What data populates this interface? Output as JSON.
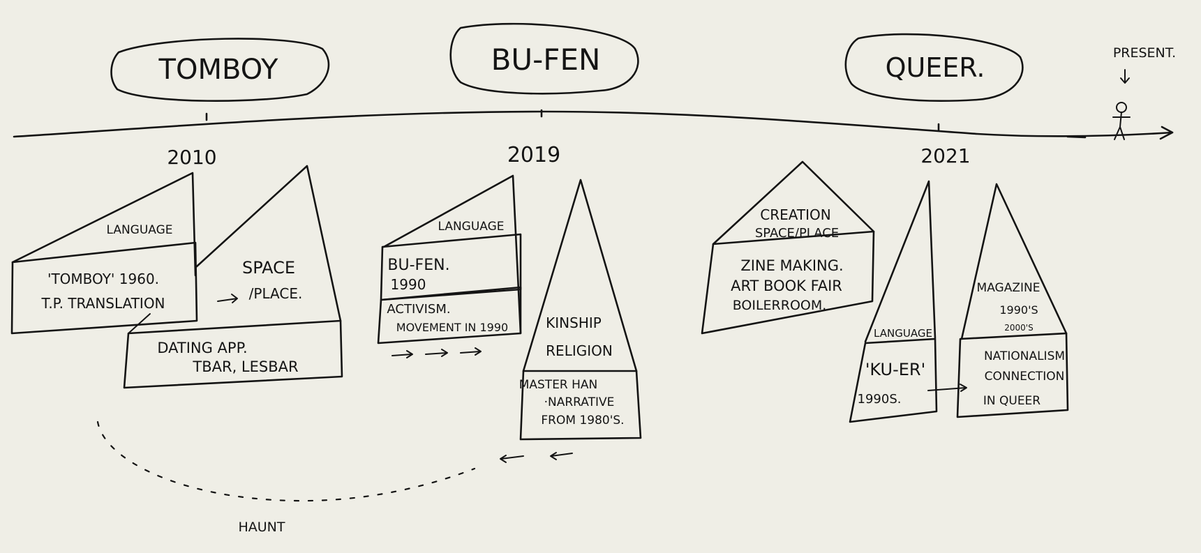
{
  "eras": [
    {
      "label": "TOMBOY"
    },
    {
      "label": "BU-FEN"
    },
    {
      "label": "QUEER."
    }
  ],
  "present": {
    "label": "PRESENT."
  },
  "years": [
    "2010",
    "2019",
    "2021"
  ],
  "tomboy": {
    "language_label": "LANGUAGE",
    "language_box": [
      "'TOMBOY' 1960.",
      "T.P. TRANSLATION"
    ],
    "space_label": [
      "SPACE",
      "/PLACE."
    ],
    "space_box": [
      "DATING APP.",
      "TBAR, LESBAR"
    ]
  },
  "bufen": {
    "language_label": "LANGUAGE",
    "box_1": [
      "BU-FEN.",
      "1990"
    ],
    "box_2": [
      "ACTIVISM.",
      "MOVEMENT IN 1990"
    ],
    "kinship_label": [
      "KINSHIP",
      "RELIGION"
    ],
    "kinship_box": [
      "MASTER HAN",
      "·NARRATIVE",
      "FROM 1980'S."
    ]
  },
  "queer": {
    "creation_label": [
      "CREATION",
      "SPACE/PLACE"
    ],
    "creation_box": [
      "ZINE MAKING.",
      "ART BOOK FAIR",
      "BOILERROOM."
    ],
    "language_label": "LANGUAGE",
    "language_box": [
      "'KU-ER'",
      "1990S."
    ],
    "magazine_label": [
      "MAGAZINE",
      "1990'S",
      "2000'S"
    ],
    "magazine_box": [
      "NATIONALISM",
      "CONNECTION",
      "IN QUEER"
    ]
  },
  "haunt": {
    "label": "HAUNT"
  }
}
